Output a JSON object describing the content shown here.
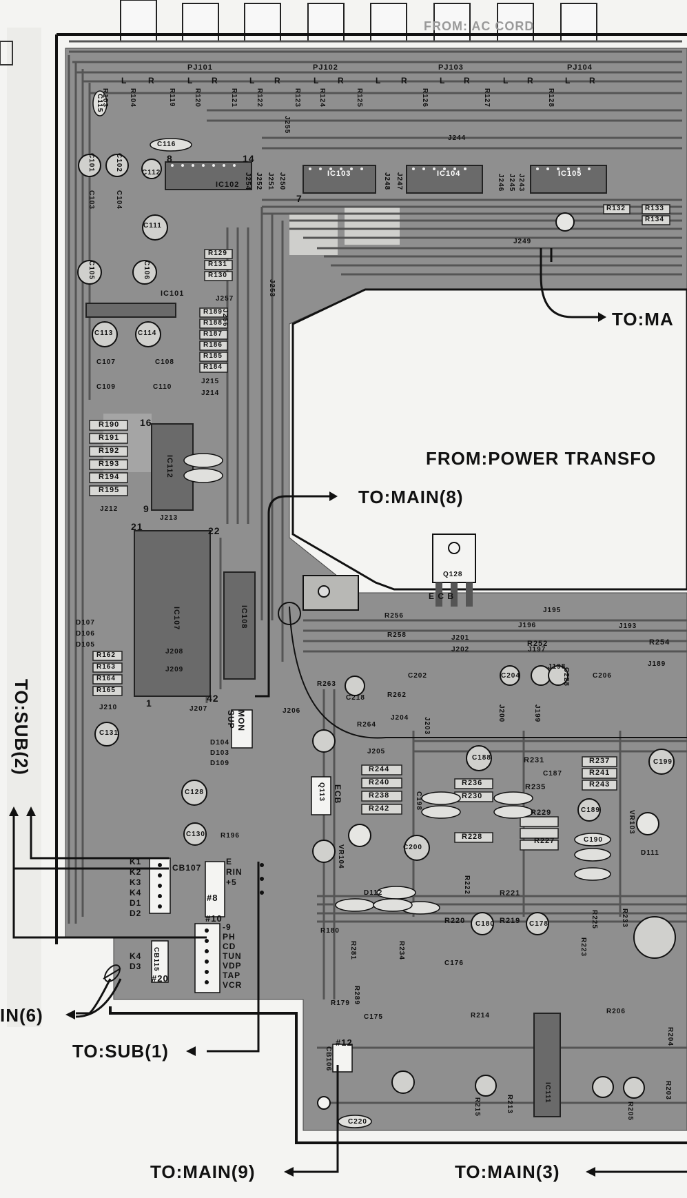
{
  "connectors": {
    "pj101": "PJ101",
    "pj102": "PJ102",
    "pj103": "PJ103",
    "pj104": "PJ104"
  },
  "labels": {
    "from_ac_cord": "FROM: AC CORD",
    "to_main_top": "TO:MA",
    "from_power": "FROM:POWER TRANSFO",
    "to_main_8": "TO:MAIN(8)",
    "to_sub_2": "TO:SUB(2)",
    "to_main_6": "IN(6)",
    "to_sub_1": "TO:SUB(1)",
    "to_main_9": "TO:MAIN(9)",
    "to_main_3": "TO:MAIN(3)"
  },
  "chips": {
    "ic101": "IC101",
    "ic102": "IC102",
    "ic103": "IC103",
    "ic104": "IC104",
    "ic105": "IC105",
    "ic107": "IC107",
    "ic108": "IC108",
    "ic111": "IC111",
    "ic112": "IC112",
    "q128": "Q128"
  },
  "resistor_stack_a": [
    "R189",
    "R188",
    "R187",
    "R186",
    "R185",
    "R184"
  ],
  "resistor_stack_b": [
    "R190",
    "R191",
    "R192",
    "R193",
    "R194",
    "R195"
  ],
  "resistor_stack_c": [
    "R244",
    "R240",
    "R238",
    "R242"
  ],
  "resistor_stack_d": [
    "R236",
    "R230",
    "R228"
  ],
  "resistor_stack_e": [
    "R237",
    "R241",
    "R243"
  ],
  "resistor_stack_f": [
    "R162",
    "R163",
    "R164",
    "R165"
  ],
  "resistor_stack_g": [
    "R129",
    "R131",
    "R130"
  ],
  "cap_labels": [
    "C113",
    "C114",
    "C107",
    "C108",
    "C109",
    "C110",
    "C111",
    "C112",
    "C101",
    "C102",
    "C103",
    "C104",
    "C105",
    "C106",
    "C115",
    "C116"
  ],
  "jumpers": [
    "J253",
    "J257",
    "J215",
    "J214",
    "J212",
    "J213",
    "J207",
    "J208",
    "J209",
    "J210",
    "J206",
    "J205",
    "J204",
    "J203",
    "J201",
    "J202",
    "J195",
    "J196",
    "J197",
    "J193",
    "J189",
    "J198",
    "J199",
    "J200",
    "J244",
    "J243",
    "J246",
    "J245",
    "J247",
    "J248",
    "J249",
    "J250",
    "J251",
    "J252",
    "J254",
    "J255",
    "J256"
  ],
  "misc_labels": {
    "r252": "R252",
    "r254": "R254",
    "r256": "R256",
    "r258": "R258",
    "r263": "R263",
    "r262": "R262",
    "r264": "R264",
    "r231": "R231",
    "r235": "R235",
    "r229": "R229",
    "r227": "R227",
    "r220": "R220",
    "r219": "R219",
    "r221": "R221",
    "r222": "R222",
    "r223": "R223",
    "r225": "R225",
    "r233": "R233",
    "r234": "R234",
    "r281": "R281",
    "r289": "R289",
    "r179": "R179",
    "r180": "R180",
    "r196": "R196",
    "r214": "R214",
    "r215": "R215",
    "r213": "R213",
    "r203": "R203",
    "r205": "R205",
    "r206": "R206",
    "r204": "R204",
    "r132": "R132",
    "r133": "R133",
    "r134": "R134",
    "q113": "Q113",
    "vr104": "VR104",
    "vr103": "VR103",
    "cb106": "CB106",
    "cb107": "CB107",
    "cb115": "CB115",
    "c220": "C220",
    "c200": "C200",
    "c199": "C199",
    "c128": "C128",
    "c130": "C130",
    "c131": "C131",
    "c175": "C175",
    "c176": "C176",
    "c178": "C178",
    "c180": "C180",
    "c188": "C188",
    "c187": "C187",
    "c189": "C189",
    "c190": "C190",
    "c198": "C198",
    "c218": "C218",
    "c228": "C228",
    "c206": "C206",
    "c204": "C204",
    "c202": "C202",
    "d111": "D111",
    "d112": "D112",
    "d105": "D105",
    "d106": "D106",
    "d107": "D107",
    "d103": "D103",
    "d104": "D104",
    "d109": "D109",
    "num8": "8",
    "num14": "14",
    "num16": "16",
    "num9": "9",
    "num21": "21",
    "num22": "22",
    "num42": "42",
    "num1": "1",
    "num7": "7",
    "ecb": "ECB",
    "ecb_q": "E C B",
    "hash10": "#10",
    "hash20": "#20",
    "hash12": "#12",
    "hash8": "#8"
  },
  "pin_labels_left": [
    "K1",
    "K2",
    "K3",
    "K4",
    "D1",
    "D2"
  ],
  "pin_labels_right": [
    "E",
    "RIN",
    "+5"
  ],
  "pin_labels_func": [
    "-9",
    "PH",
    "CD",
    "TUN",
    "VDP",
    "TAP",
    "VCR"
  ],
  "pin_labels_k4": [
    "K4",
    "D3"
  ],
  "pin_labels_mon": [
    "MON",
    "SUP"
  ],
  "lr_letters": [
    "L",
    "R",
    "L",
    "R",
    "L",
    "R",
    "L",
    "R",
    "L",
    "R",
    "L",
    "R",
    "L",
    "R",
    "L",
    "R"
  ],
  "top_resistors": [
    "R103",
    "R104",
    "R119",
    "R120",
    "R121",
    "R122",
    "R123",
    "R124",
    "R125",
    "R126",
    "R127",
    "R128"
  ],
  "colors": {
    "board": "#8f8f8f",
    "trace": "#555555",
    "copper": "#5f5f5f",
    "paper": "#f4f4f2",
    "ink": "#111111"
  }
}
